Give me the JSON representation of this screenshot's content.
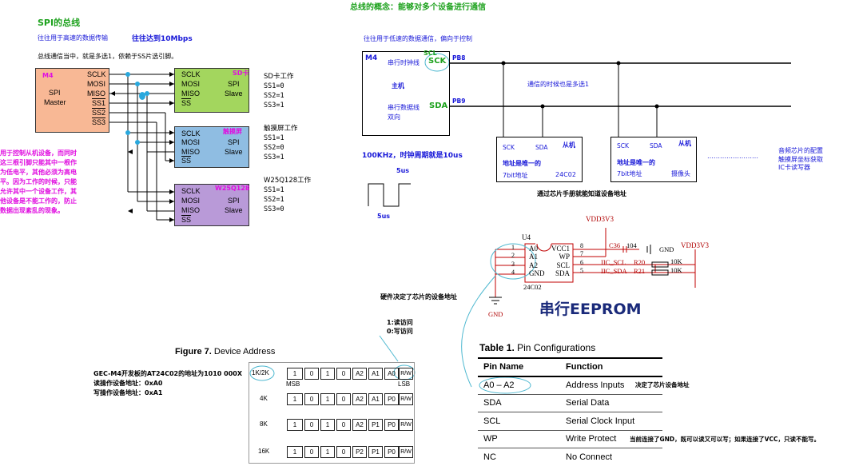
{
  "top_title": "总线的概念：能够对多个设备进行通信",
  "spi": {
    "title": "SPI的总线",
    "subtitle": "往往用于高速的数据传输",
    "speed": "往往达到10Mbps",
    "description": "总线通信当中，就是多选1，依赖于SS片选引脚。",
    "master": {
      "tag": "M4",
      "name": "SPI",
      "role": "Master",
      "pins": [
        "SCLK",
        "MOSI",
        "MISO",
        "SS1",
        "SS2",
        "SS3"
      ]
    },
    "slaves": [
      {
        "tag": "SD卡",
        "pins": [
          "SCLK",
          "MOSI",
          "MISO",
          "SS"
        ],
        "name": "SPI",
        "role": "Slave",
        "status_title": "SD卡工作",
        "status": [
          "SS1=0",
          "SS2=1",
          "SS3=1"
        ]
      },
      {
        "tag": "触摸屏",
        "pins": [
          "SCLK",
          "MOSI",
          "MISO",
          "SS"
        ],
        "name": "SPI",
        "role": "Slave",
        "status_title": "触摸屏工作",
        "status": [
          "SS1=1",
          "SS2=0",
          "SS3=1"
        ]
      },
      {
        "tag": "W25Q128",
        "pins": [
          "SCLK",
          "MOSI",
          "MISO",
          "SS"
        ],
        "name": "SPI",
        "role": "Slave",
        "status_title": "W25Q128工作",
        "status": [
          "SS1=1",
          "SS2=1",
          "SS3=0"
        ]
      }
    ],
    "note_lines": [
      "用于控制从机设备，而同时",
      "这三根引脚只能其中一根作",
      "为低电平，其他必须为高电",
      "平。因为工作的时候，只能",
      "允许其中一个设备工作，其",
      "他设备是不能工作的，防止",
      "数据出现紊乱的现象。"
    ]
  },
  "i2c": {
    "subtitle": "往往用于低速的数据通信，偏向于控制",
    "master_tag": "M4",
    "scl_label": "SCL",
    "sck_text": "串行时钟线",
    "sck_pin": "SCK",
    "host_label": "主机",
    "sda_text": "串行数据线",
    "sda_text2": "双向",
    "sda_pin": "SDA",
    "pb8": "PB8",
    "pb9": "PB9",
    "bus_note": "通信的时候也是多选1",
    "clock_note": "100KHz，时钟周期就是10us",
    "wave_5us_a": "5us",
    "wave_5us_b": "5us",
    "slaves": [
      {
        "sck": "SCK",
        "sda": "SDA",
        "tag": "从机",
        "addr": "地址是唯一的",
        "bits": "7bit地址",
        "name": "24C02"
      },
      {
        "sck": "SCK",
        "sda": "SDA",
        "tag": "从机",
        "addr": "地址是唯一的",
        "bits": "7bit地址",
        "name": "摄像头"
      }
    ],
    "ellipsis": "……………………",
    "more_lines": [
      "音频芯片的配置",
      "触摸屏坐标获取",
      "IC卡读写器"
    ],
    "manual_note": "通过芯片手册就能知道设备地址"
  },
  "schematic": {
    "vdd_a": "VDD3V3",
    "vdd_b": "VDD3V3",
    "u4": "U4",
    "pins_left": [
      "1",
      "2",
      "3",
      "4"
    ],
    "pins_right": [
      "8",
      "7",
      "6",
      "5"
    ],
    "labels_left": [
      "A0",
      "A1",
      "A2",
      "GND"
    ],
    "labels_right": [
      "VCC1",
      "WP",
      "SCL",
      "SDA"
    ],
    "chip": "24C02",
    "c36": "C36",
    "c104": "104",
    "gnd_cap": "GND",
    "gnd_bottom": "GND",
    "iic_scl": "IIC_SCL",
    "iic_sda": "IIC_SDA",
    "r20": "R20",
    "r21": "R21",
    "r_val_a": "10K",
    "r_val_b": "10K",
    "eeprom_title": "串行EEPROM"
  },
  "hw_note": "硬件决定了芯片的设备地址",
  "rw_note": [
    "1:读访问",
    "0:写访问"
  ],
  "figure7": {
    "title_bold": "Figure 7.",
    "title_rest": "Device Address",
    "msb": "MSB",
    "lsb": "LSB",
    "rows": [
      {
        "size": "1K/2K",
        "bits": [
          "1",
          "0",
          "1",
          "0",
          "A2",
          "A1",
          "A0",
          "R/W"
        ]
      },
      {
        "size": "4K",
        "bits": [
          "1",
          "0",
          "1",
          "0",
          "A2",
          "A1",
          "P0",
          "R/W"
        ]
      },
      {
        "size": "8K",
        "bits": [
          "1",
          "0",
          "1",
          "0",
          "A2",
          "P1",
          "P0",
          "R/W"
        ]
      },
      {
        "size": "16K",
        "bits": [
          "1",
          "0",
          "1",
          "0",
          "P2",
          "P1",
          "P0",
          "R/W"
        ]
      }
    ]
  },
  "gec_notes": [
    "GEC-M4开发板的AT24C02的地址为1010 000X",
    "读操作设备地址：0xA0",
    "写操作设备地址：0xA1"
  ],
  "table1": {
    "title_bold": "Table 1.",
    "title_rest": "Pin Configurations",
    "headers": [
      "Pin Name",
      "Function"
    ],
    "rows": [
      {
        "pin": "A0 – A2",
        "func": "Address Inputs",
        "note": "决定了芯片设备地址"
      },
      {
        "pin": "SDA",
        "func": "Serial Data",
        "note": ""
      },
      {
        "pin": "SCL",
        "func": "Serial Clock Input",
        "note": ""
      },
      {
        "pin": "WP",
        "func": "Write Protect",
        "note": "当前连接了GND，既可以读又可以写；如果连接了VCC，只读不能写。"
      },
      {
        "pin": "NC",
        "func": "No Connect",
        "note": ""
      }
    ]
  },
  "colors": {
    "master": "#f8b895",
    "slave_sd": "#a3d65e",
    "slave_touch": "#8fbde2",
    "slave_flash": "#b99ad8",
    "eeprom_bg": "#f6f0c4",
    "ellipse": "#4eb8d0"
  }
}
